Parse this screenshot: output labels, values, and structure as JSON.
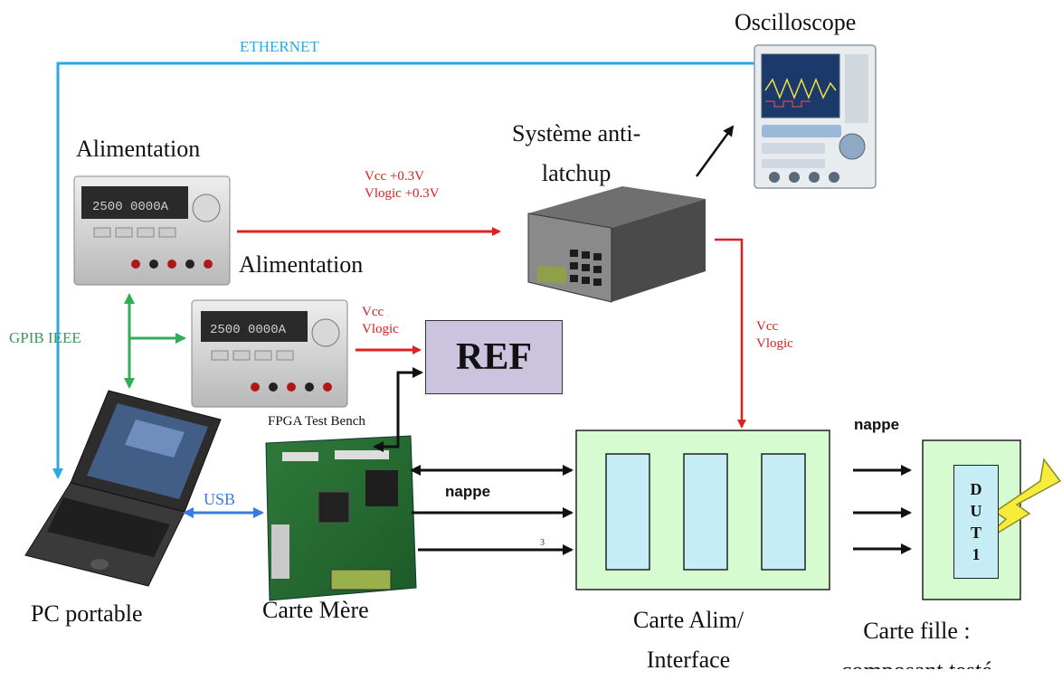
{
  "labels": {
    "ethernet": "ETHERNET",
    "oscilloscope": "Oscilloscope",
    "alimentation_1": "Alimentation",
    "alimentation_2": "Alimentation",
    "systeme": "Système anti-\nlatchup",
    "vcc_03": "Vcc +0.3V\nVlogic +0.3V",
    "vcc_vlogic_1": "Vcc\nVlogic",
    "vcc_vlogic_2": "Vcc\nVlogic",
    "gpib": "GPIB IEEE",
    "ref": "REF",
    "fpga": "FPGA Test Bench",
    "usb": "USB",
    "nappe_1": "nappe",
    "nappe_2": "nappe",
    "pc": "PC portable",
    "carte_mere": "Carte Mère",
    "carte_alim": "Carte Alim/\nInterface",
    "carte_fille": "Carte fille :\ncomposant testé",
    "dut": [
      "D",
      "U",
      "T",
      "1"
    ]
  },
  "colors": {
    "ethernet": "#29a9e0",
    "power": "#e02020",
    "gpib": "#2fae55",
    "usb": "#3a7be0",
    "data": "#111111",
    "interface_fill": "#d6fbd0",
    "slot_fill": "#c6ecf5",
    "ref_fill": "#ccc4de",
    "fille_fill": "#d6fbd0"
  }
}
